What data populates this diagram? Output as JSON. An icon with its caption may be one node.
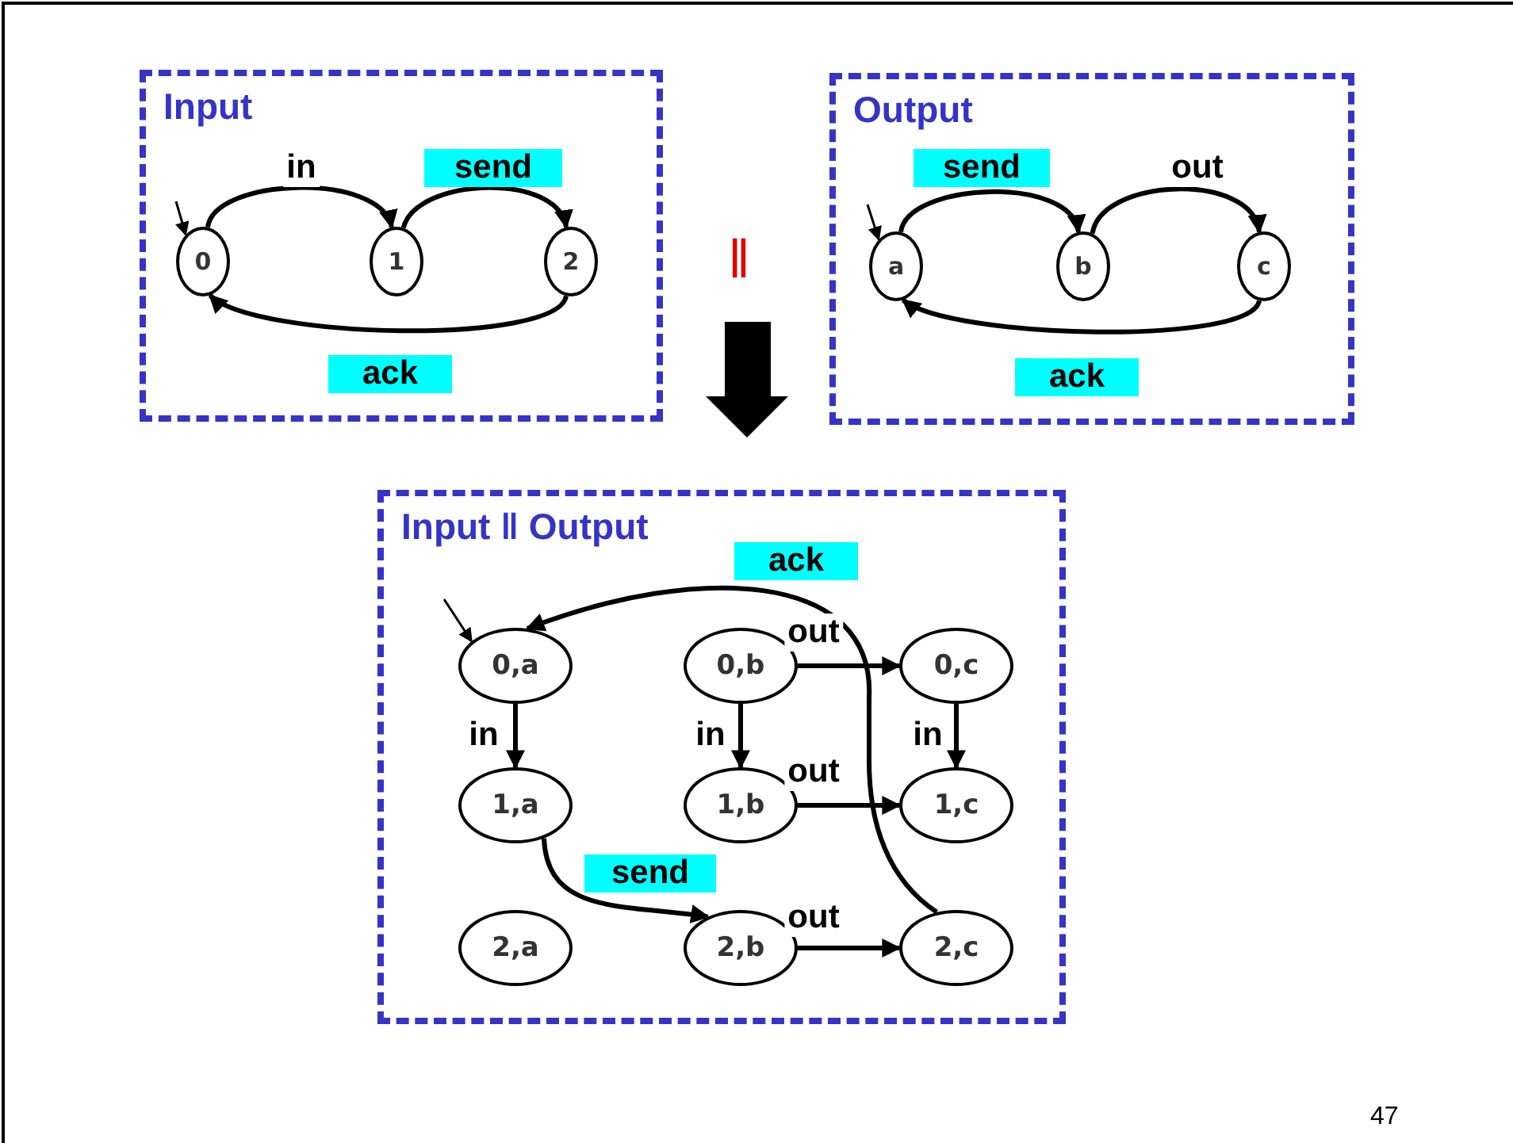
{
  "diagram": {
    "nodes": [
      {
        "text": [
          "Input"
        ]
      },
      {
        "text": [
          "0"
        ],
        "in": 0
      },
      {
        "text": [
          "1"
        ],
        "in": 0
      },
      {
        "text": [
          "2"
        ],
        "in": 0
      },
      {
        "text": [
          "Output"
        ]
      },
      {
        "text": [
          "a"
        ],
        "in": 4
      },
      {
        "text": [
          "b"
        ],
        "in": 4
      },
      {
        "text": [
          "c"
        ],
        "in": 4
      },
      {
        "text": [
          "Input ‖ Output"
        ]
      },
      {
        "text": [
          "0,a"
        ],
        "in": 8
      },
      {
        "text": [
          "0,b"
        ],
        "in": 8
      },
      {
        "text": [
          "0,c"
        ],
        "in": 8
      },
      {
        "text": [
          "1,a"
        ],
        "in": 8
      },
      {
        "text": [
          "1,b"
        ],
        "in": 8
      },
      {
        "text": [
          "1,c"
        ],
        "in": 8
      },
      {
        "text": [
          "2,a"
        ],
        "in": 8
      },
      {
        "text": [
          "2,b"
        ],
        "in": 8
      },
      {
        "text": [
          "2,c"
        ],
        "in": 8
      }
    ],
    "edges": [
      {
        "from": null,
        "to": 1,
        "arrow": "to"
      },
      {
        "from": 1,
        "to": 2,
        "arrow": "to",
        "label": "in"
      },
      {
        "from": 2,
        "to": 3,
        "arrow": "to",
        "label": "send"
      },
      {
        "from": 3,
        "to": 1,
        "arrow": "to",
        "label": "ack"
      },
      {
        "from": null,
        "to": 5,
        "arrow": "to"
      },
      {
        "from": 5,
        "to": 6,
        "arrow": "to",
        "label": "send"
      },
      {
        "from": 6,
        "to": 7,
        "arrow": "to",
        "label": "out"
      },
      {
        "from": 7,
        "to": 5,
        "arrow": "to",
        "label": "ack"
      },
      {
        "from": null,
        "to": 9,
        "arrow": "to"
      },
      {
        "from": 9,
        "to": 12,
        "arrow": "to",
        "label": "in"
      },
      {
        "from": 10,
        "to": 11,
        "arrow": "to",
        "label": "out"
      },
      {
        "from": 10,
        "to": 13,
        "arrow": "to",
        "label": "in"
      },
      {
        "from": 11,
        "to": 14,
        "arrow": "to",
        "label": "in"
      },
      {
        "from": 13,
        "to": 14,
        "arrow": "to",
        "label": "out"
      },
      {
        "from": 12,
        "to": 16,
        "arrow": "to",
        "label": "send"
      },
      {
        "from": 16,
        "to": 17,
        "arrow": "to",
        "label": "out"
      },
      {
        "from": 17,
        "to": 9,
        "arrow": "to",
        "label": "ack"
      }
    ],
    "labels": [
      "‖",
      "47"
    ]
  }
}
